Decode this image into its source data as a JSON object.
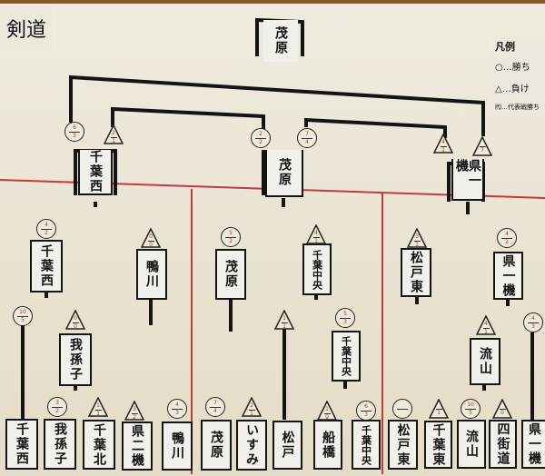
{
  "title": "剣道",
  "legend": {
    "heading": "凡例",
    "win": "○…勝ち",
    "loss": "△…負け",
    "rep": "㈹…代表戦勝ち"
  },
  "champion": "茂原",
  "semifinal": [
    "千葉西",
    "茂原",
    "県一機"
  ],
  "round3": [
    "千葉西",
    "鴨川",
    "茂原",
    "千葉中央",
    "松戸東",
    "県一機"
  ],
  "round2": [
    "我孫子",
    "千葉中央",
    "流山"
  ],
  "round1": [
    "千葉西",
    "我孫子",
    "千葉北",
    "県二機",
    "鴨川",
    "茂原",
    "いすみ",
    "松戸",
    "船橋",
    "千葉中央",
    "松戸東",
    "千葉東",
    "流山",
    "四街道",
    "県一機"
  ],
  "scores": {
    "s_cw": [
      "6",
      "3"
    ],
    "s_cw2": [
      "2",
      "1"
    ],
    "s_mo1": [
      "2",
      "2"
    ],
    "s_mo2": [
      "7",
      "4"
    ],
    "s_k1": [
      "4",
      "1"
    ],
    "s_k2": [
      "",
      "7"
    ],
    "r3_cw": [
      "4",
      "2"
    ],
    "r3_ka": [
      "0",
      "0"
    ],
    "r3_mo": [
      "5",
      "2"
    ],
    "r3_cc": [
      "4",
      "1"
    ],
    "r3_me": [
      "3",
      "1"
    ],
    "r3_k1": [
      "4",
      "2"
    ],
    "r2_cw": [
      "10",
      "5"
    ],
    "r2_ab": [
      "0",
      "0"
    ],
    "r2_ma": [
      "1",
      "1"
    ],
    "r2_cc": [
      "5",
      "3"
    ],
    "r2_k1": [
      "4",
      "3"
    ],
    "r2_ry": [
      "4",
      "1"
    ],
    "r1_ab": [
      "3",
      "2"
    ],
    "r1_ck": [
      "1",
      "1"
    ],
    "r1_k2": [
      "3",
      "2"
    ],
    "r1_ka": [
      "4",
      "3"
    ],
    "r1_mo": [
      "7",
      "4"
    ],
    "r1_is": [
      "2",
      "1"
    ],
    "r1_fu": [
      "1",
      "9"
    ],
    "r1_cc": [
      "6",
      "3"
    ],
    "r1_me": [
      "",
      ""
    ],
    "r1_ch": [
      "",
      "1"
    ],
    "r1_ry": [
      "10",
      "5"
    ],
    "r1_yo": [
      "",
      "0"
    ]
  },
  "colors": {
    "line": "#141414",
    "divider": "#c23a3a",
    "paper": "#efebe0"
  }
}
